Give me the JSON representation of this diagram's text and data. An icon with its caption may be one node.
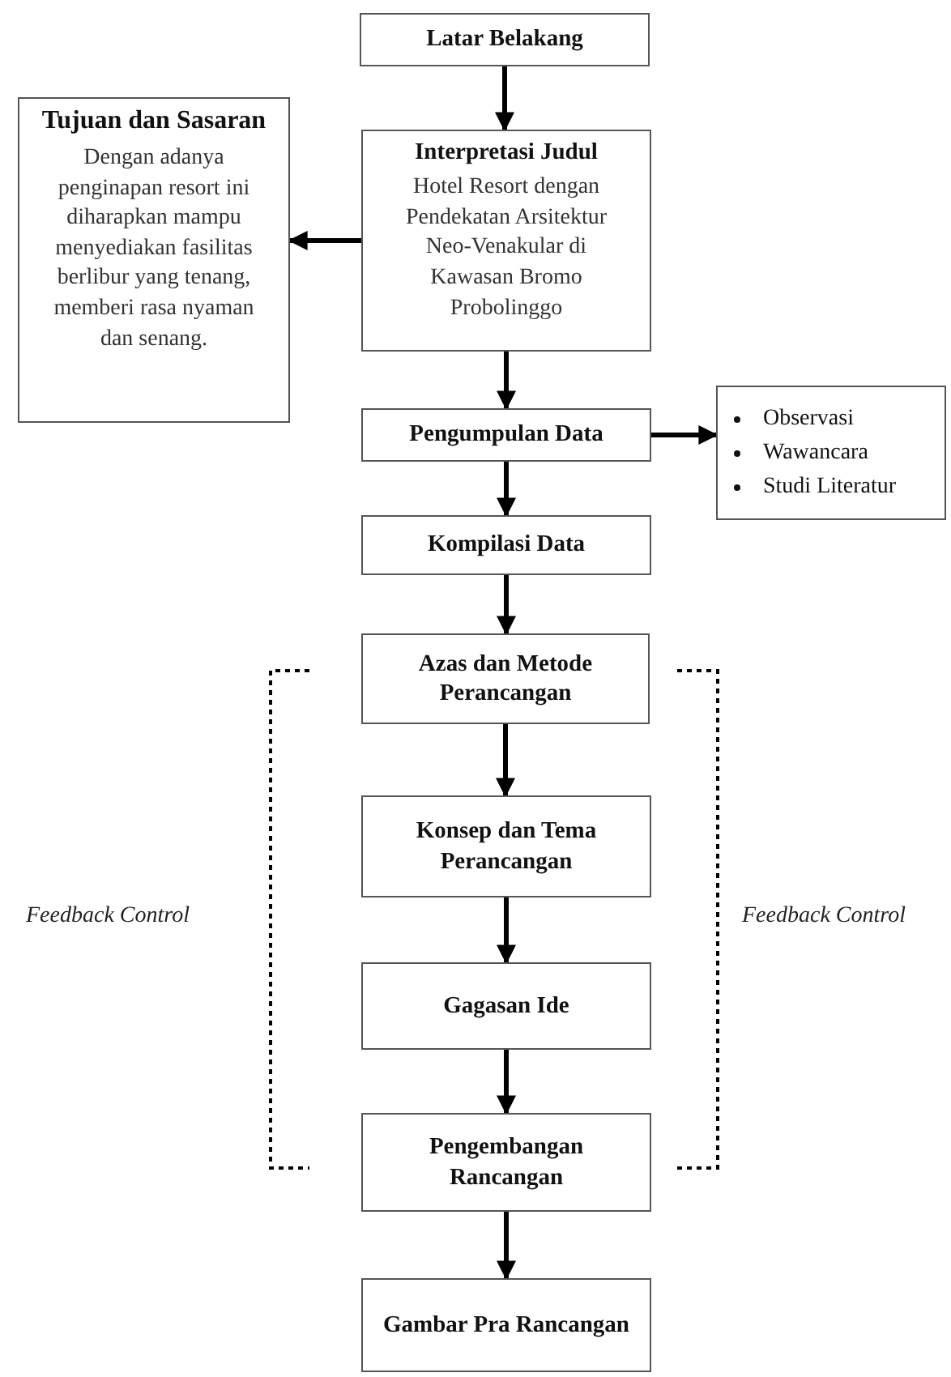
{
  "diagram": {
    "nodes": [
      {
        "text": [
          "Latar Belakang"
        ]
      },
      {
        "text": [
          "Interpretasi Judul",
          "Hotel Resort dengan Pendekatan Arsitektur Neo-Venakular di Kawasan Bromo Probolinggo"
        ]
      },
      {
        "text": [
          "Tujuan dan Sasaran",
          "Dengan adanya penginapan resort ini diharapkan mampu menyediakan fasilitas berlibur yang tenang, memberi rasa nyaman dan senang."
        ]
      },
      {
        "text": [
          "Pengumpulan Data"
        ]
      },
      {
        "text": [
          "Observasi",
          "Wawancara",
          "Studi Literatur"
        ]
      },
      {
        "text": [
          "Kompilasi Data"
        ]
      },
      {
        "text": [
          "Azas dan Metode Perancangan"
        ]
      },
      {
        "text": [
          "Konsep dan Tema Perancangan"
        ]
      },
      {
        "text": [
          "Gagasan Ide"
        ]
      },
      {
        "text": [
          "Pengembangan Rancangan"
        ]
      },
      {
        "text": [
          "Gambar Pra Rancangan"
        ]
      }
    ],
    "edges": [
      {
        "from": 0,
        "to": 1,
        "arrow": "to"
      },
      {
        "from": 1,
        "to": 2,
        "arrow": "to"
      },
      {
        "from": 1,
        "to": 3,
        "arrow": "to"
      },
      {
        "from": 3,
        "to": 4,
        "arrow": "to"
      },
      {
        "from": 3,
        "to": 5,
        "arrow": "to"
      },
      {
        "from": 5,
        "to": 6,
        "arrow": "to"
      },
      {
        "from": 6,
        "to": 7,
        "arrow": "to"
      },
      {
        "from": 7,
        "to": 8,
        "arrow": "to"
      },
      {
        "from": 8,
        "to": 9,
        "arrow": "to"
      },
      {
        "from": 9,
        "to": 10,
        "arrow": "to"
      }
    ],
    "labels": [
      "Feedback Control",
      "Feedback Control"
    ]
  }
}
